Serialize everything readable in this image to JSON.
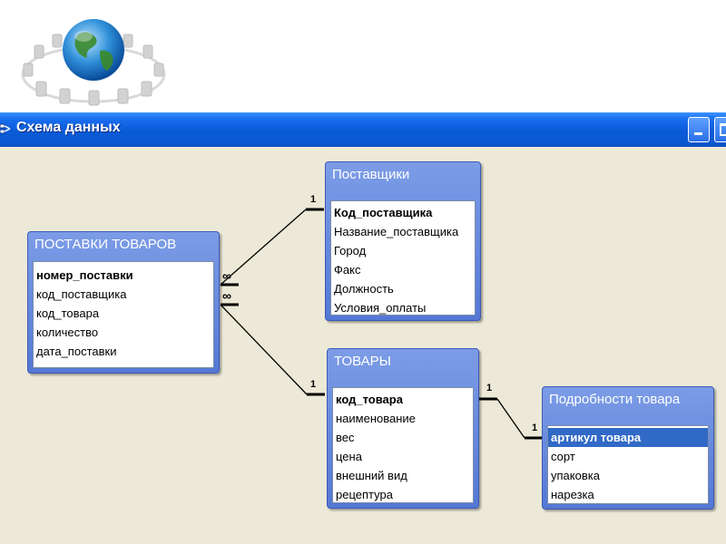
{
  "window": {
    "title": "Схема данных"
  },
  "tables": {
    "postavki": {
      "title": "ПОСТАВКИ ТОВАРОВ",
      "fields": [
        "номер_поставки",
        "код_поставщика",
        "код_товара",
        "количество",
        "дата_поставки"
      ]
    },
    "postavshchiki": {
      "title": "Поставщики",
      "fields": [
        "Код_поставщика",
        "Название_поставщика",
        "Город",
        "Факс",
        "Должность",
        "Условия_оплаты"
      ]
    },
    "tovary": {
      "title": "ТОВАРЫ",
      "fields": [
        "код_товара",
        "наименование",
        "вес",
        "цена",
        "внешний вид",
        "рецептура"
      ]
    },
    "podrobnosti": {
      "title": "Подробности товара",
      "fields": [
        "артикул товара",
        "сорт",
        "упаковка",
        "нарезка"
      ]
    }
  },
  "relationships": [
    {
      "from": "ПОСТАВКИ ТОВАРОВ.код_поставщика",
      "to": "Поставщики.Код_поставщика",
      "many": "∞",
      "one": "1"
    },
    {
      "from": "ПОСТАВКИ ТОВАРОВ.код_товара",
      "to": "ТОВАРЫ.код_товара",
      "many": "∞",
      "one": "1"
    },
    {
      "from": "ТОВАРЫ.код_товара",
      "to": "Подробности товара.артикул товара",
      "left": "1",
      "right": "1"
    }
  ]
}
